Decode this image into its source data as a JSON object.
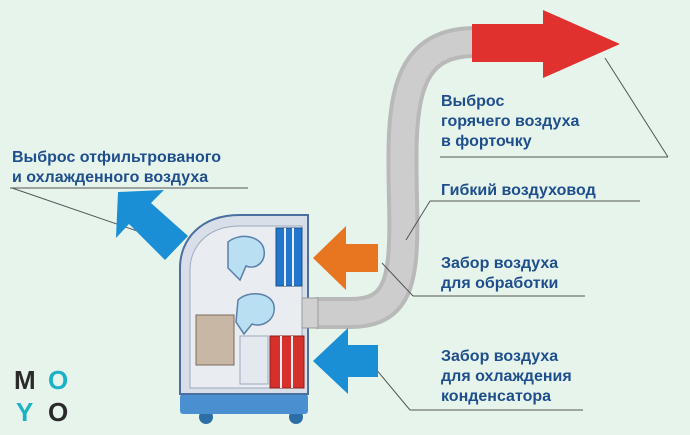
{
  "labels": {
    "hot_air_out": [
      "Выброс",
      "горячего воздуха",
      "в форточку"
    ],
    "filtered_air_out": [
      "Выброс отфильтрованого",
      "и охлажденного воздуха"
    ],
    "flexible_duct": "Гибкий воздуховод",
    "intake_processing": [
      "Забор воздуха",
      "для обработки"
    ],
    "intake_condenser": [
      "Забор воздуха",
      "для охлаждения",
      "конденсатора"
    ]
  },
  "logo": {
    "letters": [
      "M",
      "O",
      "Y",
      "O"
    ]
  },
  "colors": {
    "background": "#e6f4ec",
    "text": "#1f4e8c",
    "hot_arrow": "#e0312e",
    "intake_arrow": "#e8751f",
    "cool_arrow": "#1a8fd6",
    "duct": "#c6c6c6",
    "logo_accent": "#19b3c4"
  }
}
